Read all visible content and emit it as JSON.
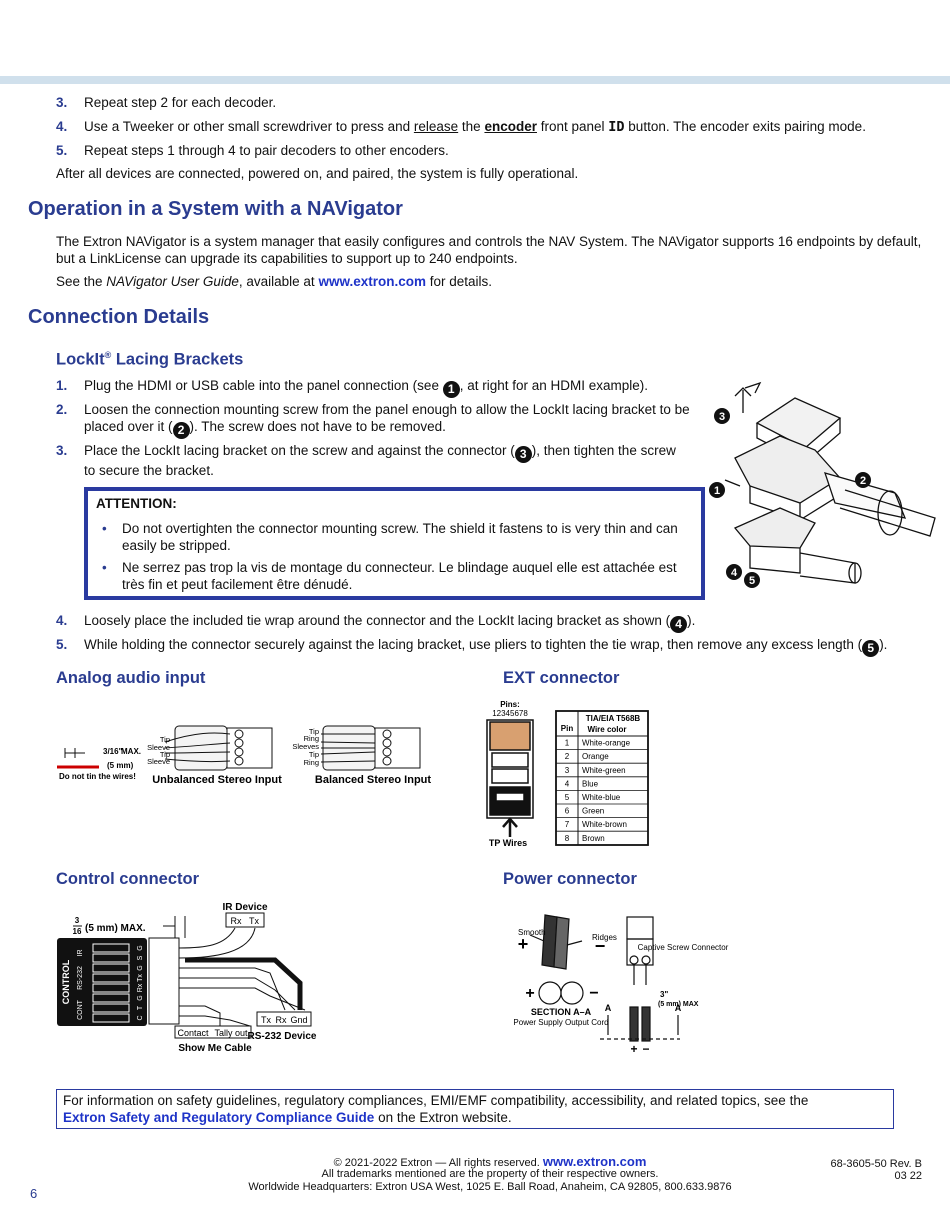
{
  "steps_top": [
    {
      "num": "3.",
      "text": "Repeat step 2 for each decoder."
    },
    {
      "num": "4.",
      "pre": "Use a Tweeker or other small screwdriver to press and ",
      "u1": "release",
      "mid": " the ",
      "b1": "encoder",
      "mid2": " front panel ",
      "code": "ID",
      "post": " button. The encoder exits pairing mode."
    },
    {
      "num": "5.",
      "text": "Repeat steps 1 through 4 to pair decoders to other encoders."
    }
  ],
  "after_text": "After all devices are connected, powered on, and paired, the system is fully operational.",
  "section1": {
    "title": "Operation in a System with a NAVigator",
    "para": "The Extron NAVigator is a system manager that easily configures and controls the NAV System. The NAVigator supports 16 endpoints by default, but a LinkLicense can upgrade its capabilities to support up to 240 endpoints.",
    "see_pre": "See the ",
    "see_italic": "NAVigator User Guide",
    "see_mid": ", available at ",
    "see_link": "www.extron.com",
    "see_post": " for details."
  },
  "section2": {
    "title": "Connection Details",
    "sub_title": "LockIt",
    "sub_reg": "®",
    "sub_title2": " Lacing Brackets",
    "steps": [
      {
        "num": "1.",
        "pre": "Plug the HDMI or USB cable into the panel connection (see ",
        "c": "1",
        "post": ", at right for an HDMI example)."
      },
      {
        "num": "2.",
        "pre": "Loosen the connection mounting screw from the panel enough to allow the LockIt lacing bracket to be placed over it (",
        "c": "2",
        "post": "). The screw does not have to be removed."
      },
      {
        "num": "3.",
        "pre": "Place the LockIt lacing bracket on the screw and against the connector (",
        "c": "3",
        "post": "), then tighten the screw to secure the bracket."
      }
    ],
    "attention": {
      "title": "ATTENTION:",
      "bullets": [
        "Do not overtighten the connector mounting screw. The shield it fastens to is very thin and can easily be stripped.",
        "Ne serrez pas trop la vis de montage du connecteur. Le blindage auquel elle est attachée est très fin et peut facilement être dénudé."
      ]
    },
    "steps2": [
      {
        "num": "4.",
        "pre": "Loosely place the included tie wrap around the connector and the LockIt lacing bracket as shown (",
        "c": "4",
        "post": ")."
      },
      {
        "num": "5.",
        "pre": "While holding the connector securely against the lacing bracket, use pliers to tighten the tie wrap, then remove any excess length (",
        "c": "5",
        "post": ")."
      }
    ],
    "diagram_callouts": [
      "1",
      "2",
      "3",
      "4",
      "5"
    ]
  },
  "analog": {
    "title": "Analog audio input",
    "max_frac": "3/16\"",
    "max_label": "MAX.",
    "mm": "(5 mm)",
    "tin": "Do not tin the wires!",
    "unbal_labels": [
      "Tip",
      "Sleeve",
      "Tip",
      "Sleeve"
    ],
    "bal_labels": [
      "Tip",
      "Ring",
      "Sleeves",
      "Tip",
      "Ring"
    ],
    "unbal_caption": "Unbalanced Stereo Input",
    "bal_caption": "Balanced Stereo Input"
  },
  "ext": {
    "title": "EXT connector",
    "pins_label": "Pins:",
    "pins_nums": "12345678",
    "tp": "TP Wires",
    "col_pin": "Pin",
    "col_std": "TIA/EIA T568B",
    "col_wire": "Wire color",
    "rows": [
      [
        "1",
        "White-orange"
      ],
      [
        "2",
        "Orange"
      ],
      [
        "3",
        "White-green"
      ],
      [
        "4",
        "Blue"
      ],
      [
        "5",
        "White-blue"
      ],
      [
        "6",
        "Green"
      ],
      [
        "7",
        "White-brown"
      ],
      [
        "8",
        "Brown"
      ]
    ]
  },
  "control": {
    "title": "Control connector",
    "max": "(5 mm) MAX.",
    "ir_device": "IR Device",
    "rx": "Rx",
    "tx": "Tx",
    "side": "CONTROL",
    "group_ir": "IR",
    "group_rs": "RS-232",
    "group_cont": "CONT",
    "pins": [
      "G",
      "S",
      "G",
      "Tx",
      "Rx",
      "G",
      "T",
      "C"
    ],
    "contact": "Contact",
    "tally": "Tally out",
    "rs_row": [
      "Tx",
      "Rx",
      "Gnd"
    ],
    "showme": "Show Me Cable",
    "rs_device": "RS-232 Device"
  },
  "power": {
    "title": "Power connector",
    "smooth": "Smooth",
    "ridges": "Ridges",
    "plus": "+",
    "minus": "−",
    "captive": "Captive Screw Connector",
    "section": "SECTION  A–A",
    "psu": "Power Supply Output Cord",
    "max": "(5 mm) MAX",
    "a": "A"
  },
  "info": {
    "text": "For information on safety guidelines, regulatory compliances, EMI/EMF compatibility, accessibility, and related topics, see the",
    "link": "Extron Safety and Regulatory Compliance Guide",
    "post": " on the Extron website."
  },
  "footer": {
    "copyright": "© 2021-2022 Extron — All rights reserved.",
    "url": "www.extron.com",
    "trademarks": "All trademarks mentioned are the property of their respective owners.",
    "hq": "Worldwide Headquarters: Extron USA West, 1025 E. Ball Road, Anaheim, CA 92805, 800.633.9876",
    "docnum": "68-3605-50 Rev. B",
    "date": "03 22",
    "page": "6"
  }
}
